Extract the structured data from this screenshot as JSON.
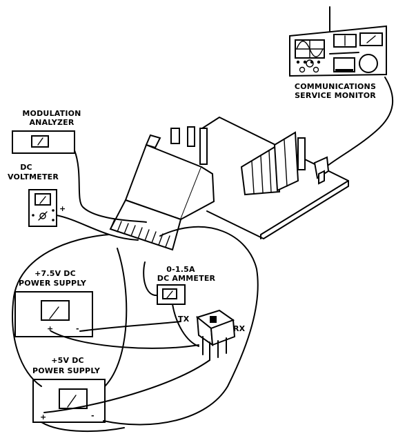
{
  "labels": {
    "comm_monitor_line1": "COMMUNICATIONS",
    "comm_monitor_line2": "SERVICE MONITOR",
    "mod_analyzer_line1": "MODULATION",
    "mod_analyzer_line2": "ANALYZER",
    "dc_voltmeter_line1": "DC",
    "dc_voltmeter_line2": "VOLTMETER",
    "ps75_line1": "+7.5V DC",
    "ps75_line2": "POWER SUPPLY",
    "ps5_line1": "+5V DC",
    "ps5_line2": "POWER SUPPLY",
    "ammeter_line1": "0-1.5A",
    "ammeter_line2": "DC AMMETER",
    "switch_tx": "TX",
    "switch_rx": "RX",
    "plus": "+",
    "minus": "-"
  }
}
